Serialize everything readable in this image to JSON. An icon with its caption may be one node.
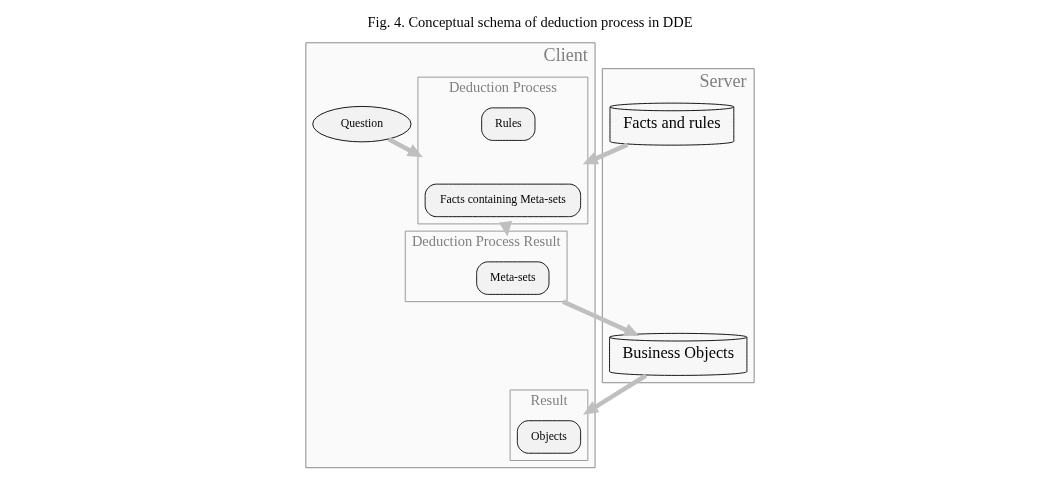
{
  "diagram": {
    "title": "Fig. 4. Conceptual schema of deduction process in DDE",
    "nodes": [
      {
        "text": [
          "Client"
        ]
      },
      {
        "text": [
          "Question"
        ],
        "in": 0
      },
      {
        "text": [
          "Result"
        ],
        "in": 0
      },
      {
        "text": [
          "Objects"
        ],
        "in": 2
      },
      {
        "text": [
          "Deduction Process"
        ],
        "in": 0
      },
      {
        "text": [
          "Facts containing Meta-sets"
        ],
        "in": 4
      },
      {
        "text": [
          "Rules"
        ],
        "in": 4
      },
      {
        "text": [
          "Deduction Process Result"
        ],
        "in": 0
      },
      {
        "text": [
          "Meta-sets"
        ],
        "in": 7
      },
      {
        "text": [
          "Server"
        ]
      },
      {
        "text": [
          "Facts and rules"
        ],
        "in": 9
      },
      {
        "text": [
          "Business Objects"
        ],
        "in": 9
      }
    ],
    "edges": [
      {
        "from": 1,
        "to": 4,
        "arrow": "to"
      },
      {
        "from": 4,
        "to": 7,
        "arrow": "to"
      },
      {
        "from": 7,
        "to": 11,
        "arrow": "to"
      },
      {
        "from": 10,
        "to": 4,
        "arrow": "to"
      },
      {
        "from": 11,
        "to": 2,
        "arrow": "to"
      }
    ]
  }
}
